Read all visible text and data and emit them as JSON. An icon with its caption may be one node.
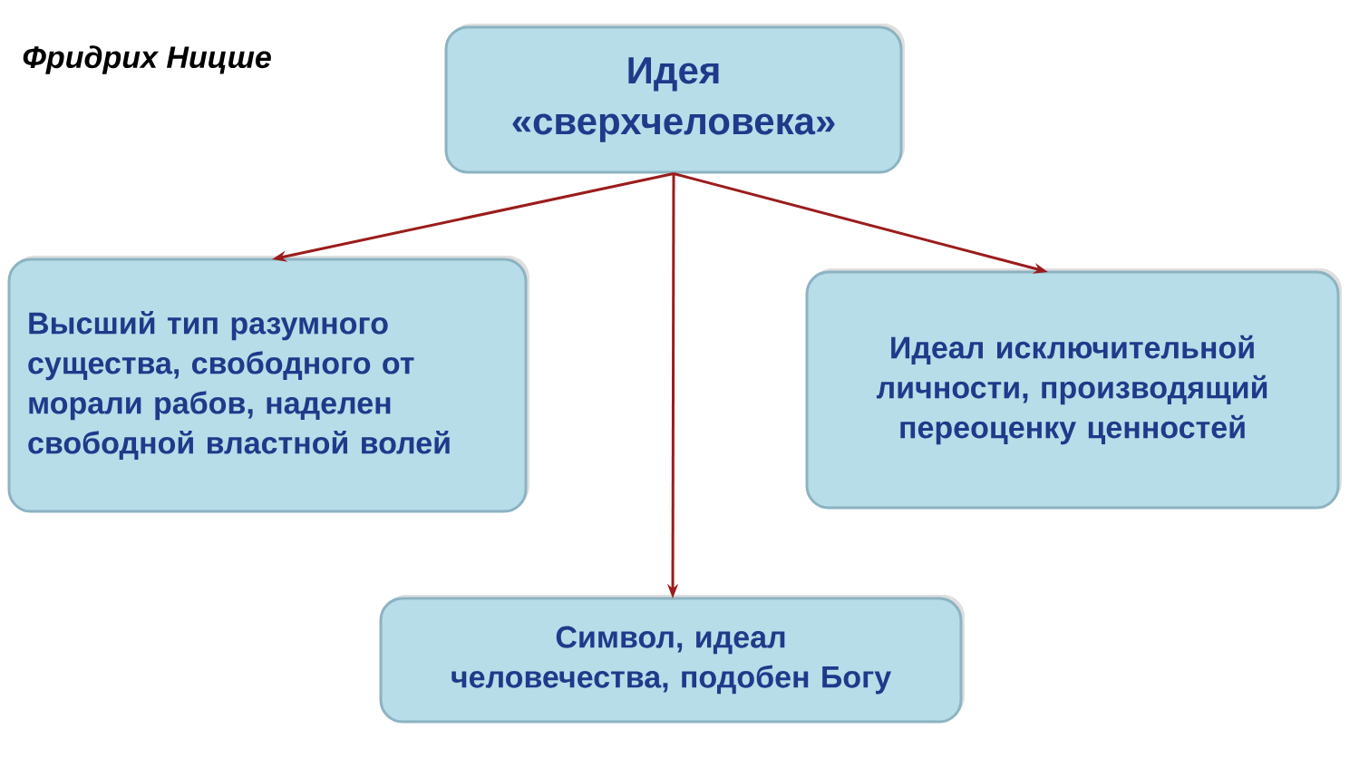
{
  "diagram": {
    "title": "Фридрих Ницше",
    "nodes": [
      {
        "text": [
          "Идея «сверхчеловека»"
        ]
      },
      {
        "text": [
          "Высший тип разумного существа, свободного от морали рабов, наделен свободной властной волей"
        ]
      },
      {
        "text": [
          "Идеал исключительной личности, производящий переоценку ценностей"
        ]
      },
      {
        "text": [
          "Символ, идеал человечества, подобен Богу"
        ]
      }
    ],
    "edges": [
      {
        "from": 0,
        "to": 1,
        "arrow": "to"
      },
      {
        "from": 0,
        "to": 2,
        "arrow": "to"
      },
      {
        "from": 0,
        "to": 3,
        "arrow": "to"
      }
    ]
  }
}
